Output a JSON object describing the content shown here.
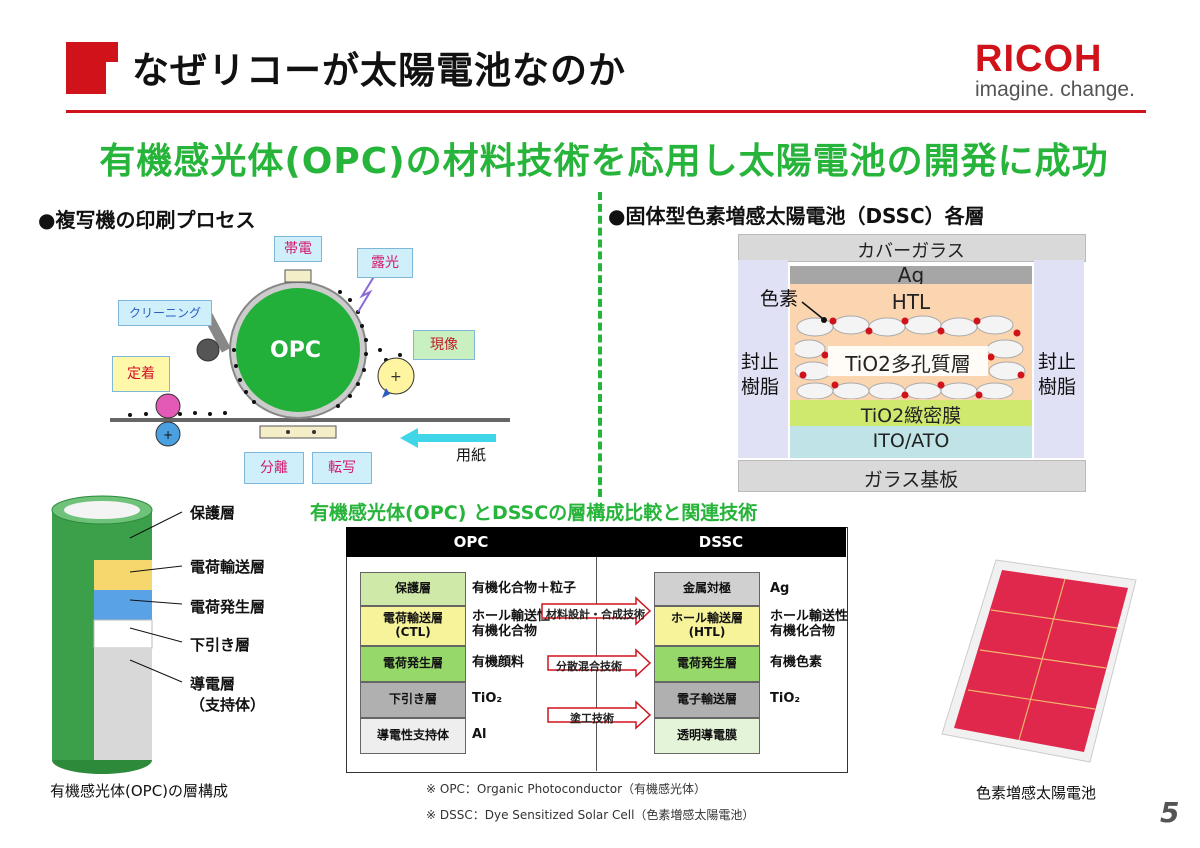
{
  "header": {
    "title": "なぜリコーが太陽電池なのか",
    "logo": "RICOH",
    "tagline": "imagine. change."
  },
  "headline": "有機感光体(OPC)の材料技術を応用し太陽電池の開発に成功",
  "left_section": {
    "title": "●複写機の印刷プロセス",
    "drum_label": "OPC",
    "labels": {
      "charge": "帯電",
      "exposure": "露光",
      "cleaning": "クリーニング",
      "develop": "現像",
      "fix": "定着",
      "separate": "分離",
      "transfer": "転写",
      "paper": "用紙"
    }
  },
  "right_section": {
    "title": "●固体型色素増感太陽電池（DSSC）各層",
    "layers": {
      "cover_glass": "カバーガラス",
      "ag": "Ag",
      "htl": "HTL",
      "dye": "色素",
      "tio2_porous": "TiO2多孔質層",
      "tio2_dense": "TiO2緻密膜",
      "ito": "ITO/ATO",
      "glass_substrate": "ガラス基板",
      "seal_left": "封止\n樹脂",
      "seal_right": "封止\n樹脂"
    }
  },
  "opc_cylinder": {
    "layers": [
      "保護層",
      "電荷輸送層",
      "電荷発生層",
      "下引き層",
      "導電層\n（支持体）"
    ],
    "caption": "有機感光体(OPC)の層構成"
  },
  "comparison": {
    "title": "有機感光体(OPC) とDSSCの層構成比較と関連技術",
    "opc_header": "OPC",
    "dssc_header": "DSSC",
    "opc_rows": [
      {
        "name": "保護層",
        "desc": "有機化合物＋粒子"
      },
      {
        "name": "電荷輸送層\n(CTL)",
        "desc": "ホール輸送性\n有機化合物"
      },
      {
        "name": "電荷発生層",
        "desc": "有機顔料"
      },
      {
        "name": "下引き層",
        "desc": "TiO₂"
      },
      {
        "name": "導電性支持体",
        "desc": "Al"
      }
    ],
    "dssc_rows": [
      {
        "name": "金属対極",
        "desc": "Ag"
      },
      {
        "name": "ホール輸送層\n(HTL)",
        "desc": "ホール輸送性\n有機化合物"
      },
      {
        "name": "電荷発生層",
        "desc": "有機色素"
      },
      {
        "name": "電子輸送層",
        "desc": "TiO₂"
      },
      {
        "name": "透明導電膜",
        "desc": ""
      }
    ],
    "techs": [
      "材料設計・合成技術",
      "分散混合技術",
      "塗工技術"
    ],
    "notes": [
      "※ OPC：Organic Photoconductor（有機感光体）",
      "※ DSSC：Dye Sensitized Solar Cell（色素増感太陽電池）"
    ]
  },
  "panel_caption": "色素増感太陽電池",
  "page_number": "5",
  "colors": {
    "brand_red": "#d0121b",
    "headline_green": "#27b43a"
  }
}
